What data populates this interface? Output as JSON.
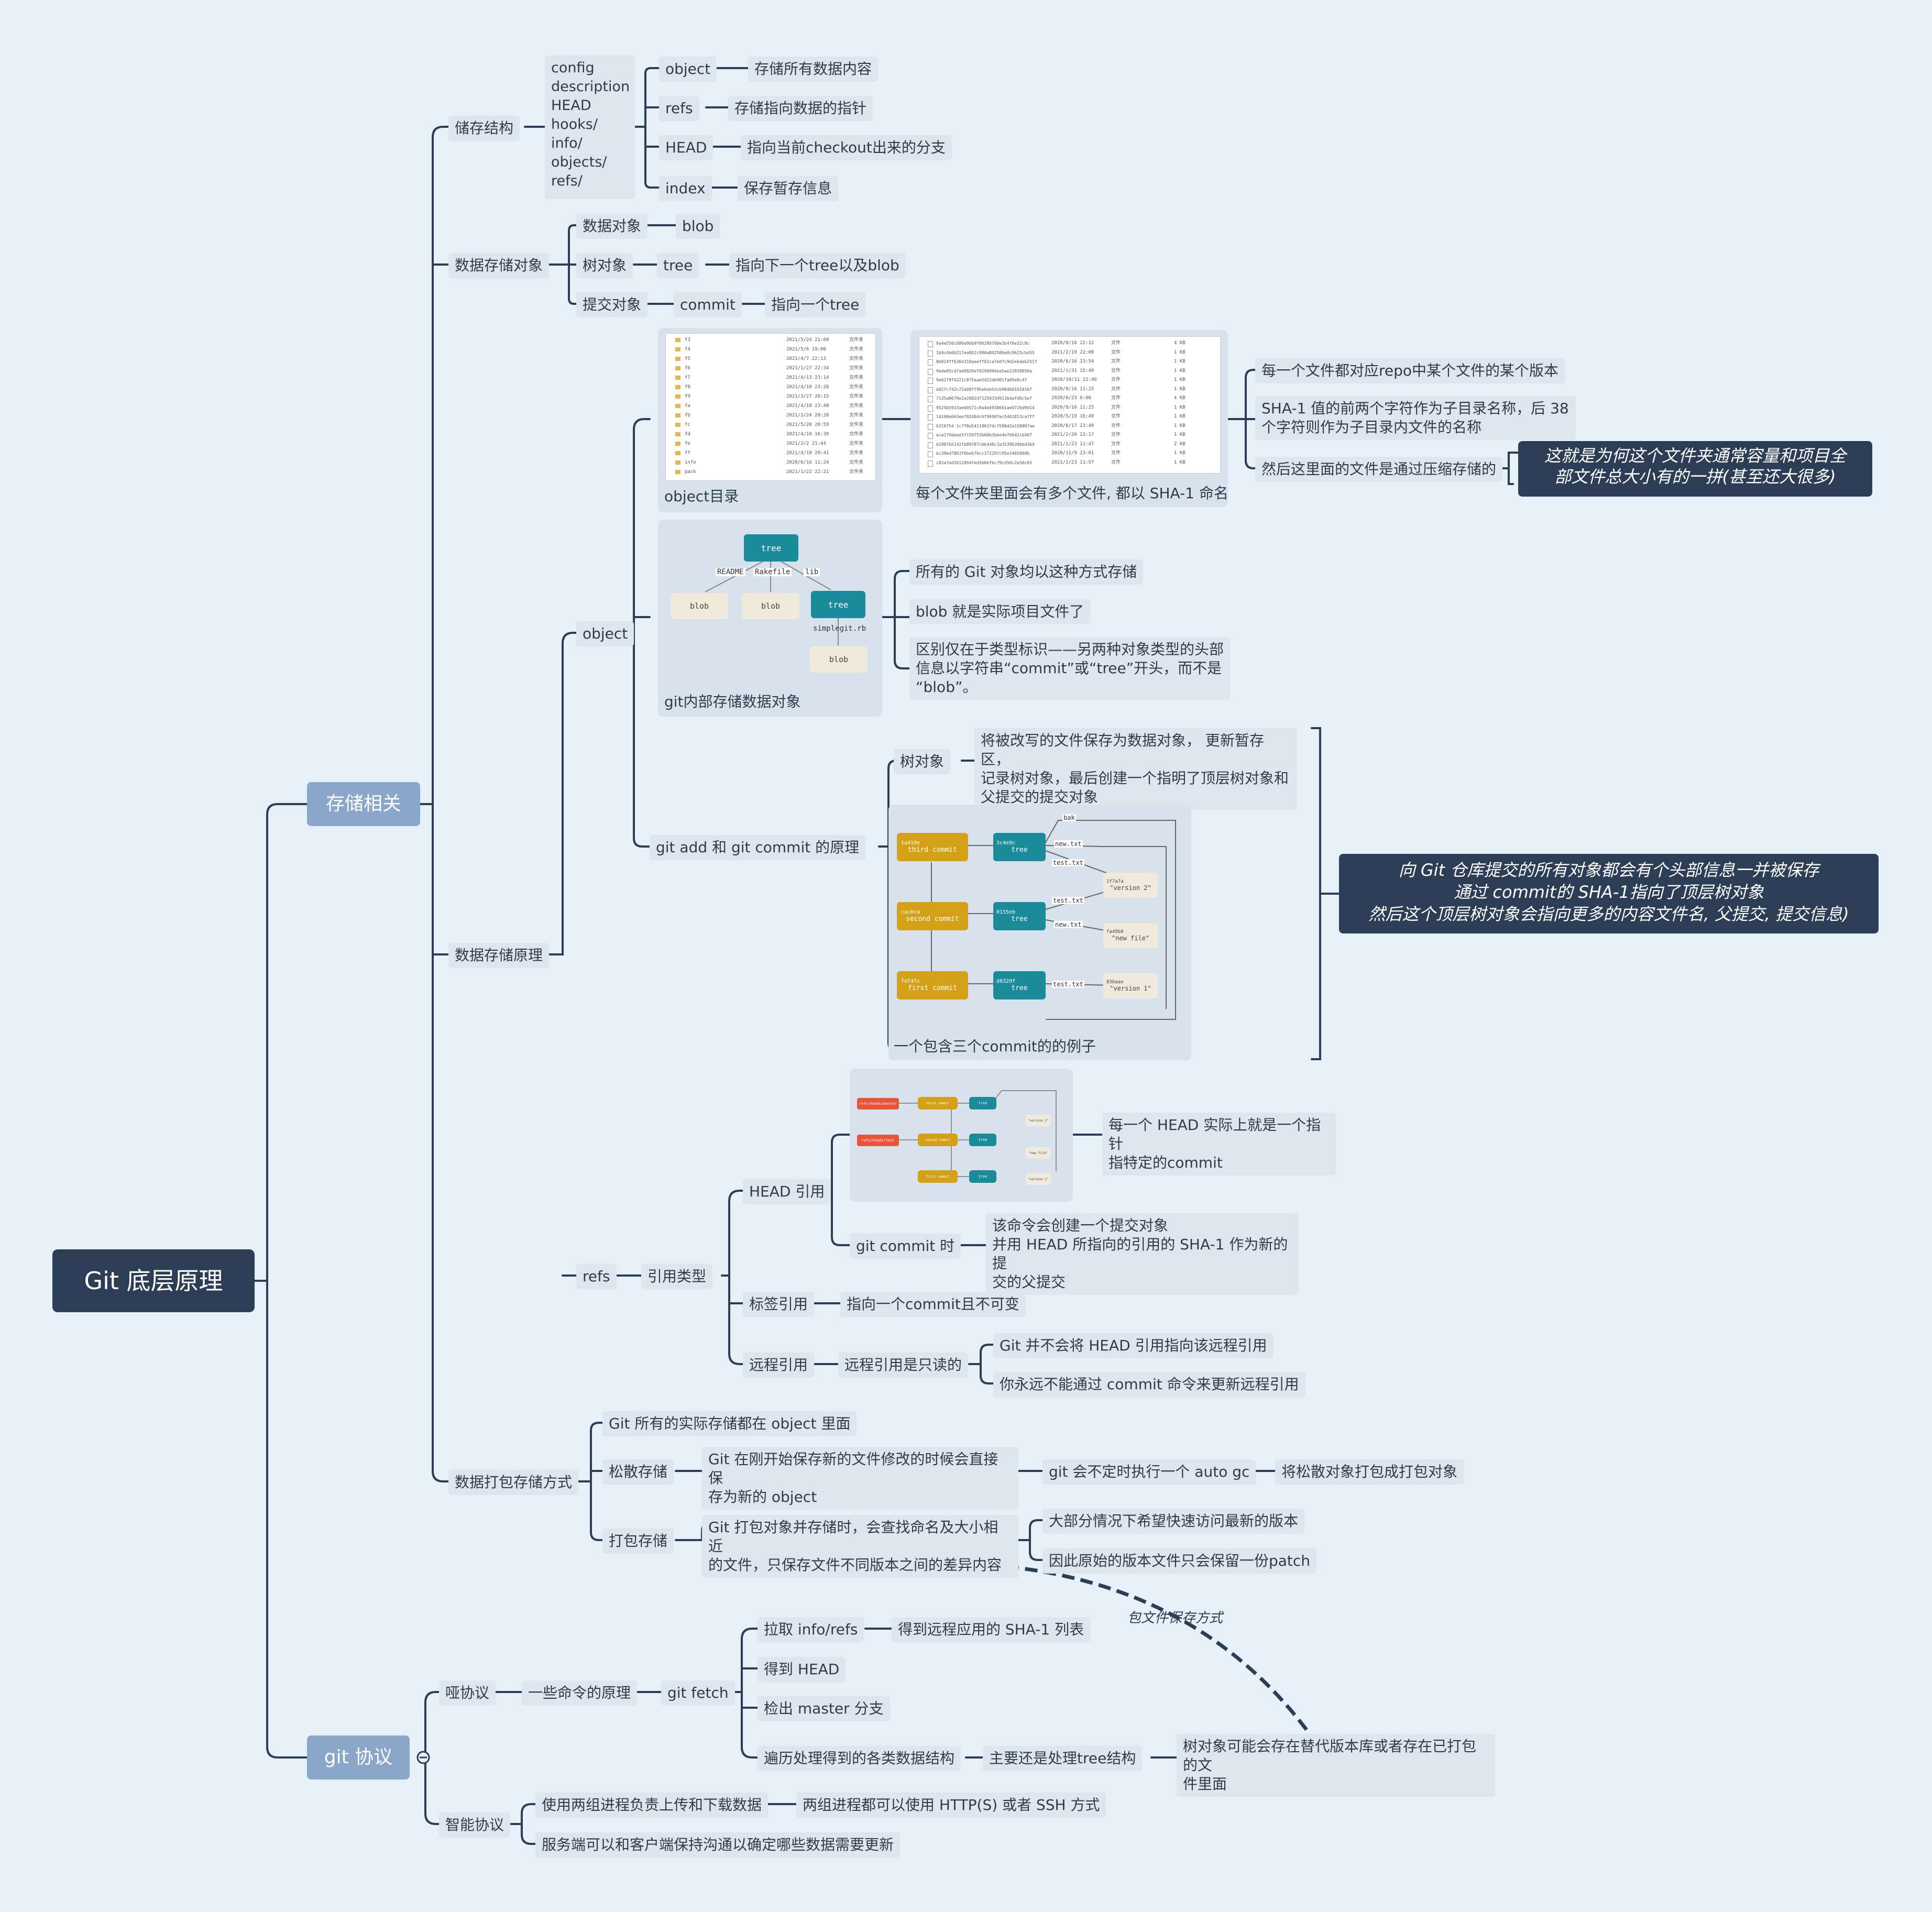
{
  "root": "Git 底层原理",
  "main": {
    "storage": "存储相关",
    "protocol": "git 协议"
  },
  "storage_structure": {
    "label": "储存结构",
    "files": "config\ndescription\nHEAD\nhooks/\ninfo/\nobjects/\nrefs/",
    "items": [
      {
        "key": "object",
        "desc": "存储所有数据内容"
      },
      {
        "key": "refs",
        "desc": "存储指向数据的指针"
      },
      {
        "key": "HEAD",
        "desc": "指向当前checkout出来的分支"
      },
      {
        "key": "index",
        "desc": "保存暂存信息"
      }
    ]
  },
  "data_objects": {
    "label": "数据存储对象",
    "blob_label": "数据对象",
    "blob": "blob",
    "tree_label": "树对象",
    "tree": "tree",
    "tree_desc": "指向下一个tree以及blob",
    "commit_label": "提交对象",
    "commit": "commit",
    "commit_desc": "指向一个tree"
  },
  "principle": {
    "label": "数据存储原理",
    "object": "object",
    "object_dir_caption": "object目录",
    "sha_caption": "每个文件夹里面会有多个文件, 都以 SHA-1 命名",
    "sha_notes": [
      "每一个文件都对应repo中某个文件的某个版本",
      "SHA-1 值的前两个字符作为子目录名称，后 38\n个字符则作为子目录内文件的名称",
      "然后这里面的文件是通过压缩存储的"
    ],
    "sha_summary": "这就是为何这个文件夹通常容量和项目全\n部文件总大小有的一拼(甚至还大很多)",
    "git_obj_caption": "git内部存储数据对象",
    "git_obj_notes": [
      "所有的 Git 对象均以这种方式存储",
      "blob 就是实际项目文件了",
      "区别仅在于类型标识——另两种对象类型的头部\n信息以字符串“commit”或“tree”开头，而不是\n“blob”。"
    ],
    "add_commit": "git add 和 git commit 的原理",
    "tree_obj": "树对象",
    "tree_obj_desc": "将被改写的文件保存为数据对象， 更新暂存区，\n记录树对象，最后创建一个指明了顶层树对象和\n父提交的提交对象",
    "three_commit_caption": "一个包含三个commit的的例子",
    "commit_summary": "向 Git 仓库提交的所有对象都会有个头部信息一并被保存\n通过 commit的 SHA-1指向了顶层树对象\n然后这个顶层树对象会指向更多的内容文件名, 父提交, 提交信息)",
    "refs": "refs",
    "ref_types": "引用类型",
    "head_ref": "HEAD 引用",
    "head_ref_desc": "每一个 HEAD 实际上就是一个指针\n指特定的commit",
    "git_commit_when": "git commit 时",
    "git_commit_desc": "该命令会创建一个提交对象\n并用 HEAD 所指向的引用的 SHA-1 作为新的提\n交的父提交",
    "tag_ref": "标签引用",
    "tag_ref_desc": "指向一个commit且不可变",
    "remote_ref": "远程引用",
    "remote_ref_desc": "远程引用是只读的",
    "remote_notes": [
      "Git 并不会将 HEAD 引用指向该远程引用",
      "你永远不能通过 commit 命令来更新远程引用"
    ]
  },
  "pack": {
    "label": "数据打包存储方式",
    "all_in_object": "Git 所有的实际存储都在 object 里面",
    "loose": "松散存储",
    "loose_desc": "Git 在刚开始保存新的文件修改的时候会直接保\n存为新的 object",
    "auto_gc": "git 会不定时执行一个 auto gc",
    "auto_gc_desc": "将松散对象打包成打包对象",
    "packed": "打包存储",
    "packed_desc": "Git 打包对象并存储时，会查找命名及大小相近\n的文件，只保存文件不同版本之间的差异内容",
    "packed_notes": [
      "大部分情况下希望快速访问最新的版本",
      "因此原始的版本文件只会保留一份patch"
    ]
  },
  "protocol": {
    "dumb": "哑协议",
    "some_cmds": "一些命令的原理",
    "git_fetch": "git fetch",
    "fetch_steps": [
      "拉取 info/refs",
      "得到 HEAD",
      "检出 master 分支",
      "遍历处理得到的各类数据结构"
    ],
    "info_refs_desc": "得到远程应用的 SHA-1 列表",
    "tree_main": "主要还是处理tree结构",
    "tree_alt": "树对象可能会存在替代版本库或者存在已打包的文\n件里面",
    "arrow_label": "包文件保存方式",
    "smart": "智能协议",
    "smart_items": [
      "使用两组进程负责上传和下载数据",
      "服务端可以和客户端保持沟通以确定哪些数据需要更新"
    ],
    "smart_desc": "两组进程都可以使用 HTTP(S) 或者 SSH 方式"
  },
  "figures": {
    "object_dir_rows": [
      [
        "f3",
        "2021/5/24 21:00",
        "文件夹"
      ],
      [
        "f4",
        "2021/5/6 19:00",
        "文件夹"
      ],
      [
        "f5",
        "2021/4/7 22:13",
        "文件夹"
      ],
      [
        "f6",
        "2021/1/27 22:34",
        "文件夹"
      ],
      [
        "f7",
        "2021/4/13 23:14",
        "文件夹"
      ],
      [
        "f8",
        "2021/4/10 23:28",
        "文件夹"
      ],
      [
        "f9",
        "2021/3/27 20:15",
        "文件夹"
      ],
      [
        "fa",
        "2021/4/10 23:40",
        "文件夹"
      ],
      [
        "fb",
        "2021/3/24 20:28",
        "文件夹"
      ],
      [
        "fc",
        "2021/5/20 20:59",
        "文件夹"
      ],
      [
        "fd",
        "2021/4/10 16:39",
        "文件夹"
      ],
      [
        "fe",
        "2021/2/2 21:44",
        "文件夹"
      ],
      [
        "ff",
        "2021/4/10 20:41",
        "文件夹"
      ],
      [
        "info",
        "2020/6/16 11:24",
        "文件夹"
      ],
      [
        "pack",
        "2021/1/22 22:21",
        "文件夹"
      ]
    ],
    "sha_rows": [
      [
        "0a4e550c886a96b9f06286760e3b4f6e32c8c",
        "2020/8/16 22:12",
        "文件",
        "4 KB"
      ],
      [
        "1b9c4b6b317ea952c980a842506e0c0625cbd55",
        "2021/2/19 22:00",
        "文件",
        "1 KB"
      ],
      [
        "8b024ff636d310aeeff82ca7e07c9d2ebdeb251f",
        "2020/6/16 23:54",
        "文件",
        "1 KB"
      ],
      [
        "9ede05cd7ad0826ef0290994ea5ae22939850a",
        "2021/1/31 15:49",
        "文件",
        "1 KB"
      ],
      [
        "9e6279f4221c875aae5d22db901fa05e0c4f",
        "2020/10/11 22:46",
        "文件",
        "1 KB"
      ],
      [
        "b02fc742c72a08ff95e6eb5dcb98db0161016f",
        "2020/8/16 11:25",
        "文件",
        "1 KB"
      ],
      [
        "7135a8679e1e2082d7125933d913bdafd6c5ef",
        "2020/6/23 0:00",
        "文件",
        "4 KB"
      ],
      [
        "9525b5933aeb0571c8a4e6938661ae0726d9d14",
        "2020/8/16 11:25",
        "文件",
        "1 KB"
      ],
      [
        "14200e663ee702404c6f9690fec5401813ca7ff",
        "2020/5/19 16:49",
        "文件",
        "1 KB"
      ],
      [
        "6316754 1c7f8a5411961f4cf598d2e158897ae",
        "2020/6/17 23:49",
        "文件",
        "1 KB"
      ],
      [
        "aca179ebae5f159753b60b3bbe4ef6642cb407",
        "2021/2/20 22:17",
        "文件",
        "1 KB"
      ],
      [
        "b1987b5142fb89787cbb448c1e3539b39bbd3b4",
        "2021/1/23 11:47",
        "文件",
        "2 KB"
      ],
      [
        "bc39ed7863f6beb7bcc371297c95e1405060b",
        "2020/11/9 23:01",
        "文件",
        "1 KB"
      ],
      [
        "c82a7ad1012064fed1b0efbc79cd50c2e50c65",
        "2021/1/23 11:57",
        "文件",
        "1 KB"
      ]
    ],
    "gitobj": {
      "tree": "tree",
      "blob": "blob",
      "readme": "README",
      "rakefile": "Rakefile",
      "lib": "lib",
      "simplegit": "simplegit.rb"
    },
    "three_commit": {
      "commits": [
        [
          "1a410e",
          "third commit"
        ],
        [
          "cac0ca",
          "second commit"
        ],
        [
          "fdf4fc",
          "first commit"
        ]
      ],
      "trees": [
        [
          "3c4e9c",
          "tree"
        ],
        [
          "0155eb",
          "tree"
        ],
        [
          "d8329f",
          "tree"
        ]
      ],
      "labels": [
        "bak",
        "new.txt",
        "test.txt",
        "test.txt",
        "new.txt",
        "test.txt"
      ],
      "blobs": [
        [
          "1f7a7a",
          "\"version 2\""
        ],
        [
          "fa49b0",
          "\"new file\""
        ],
        [
          "83baae",
          "\"version 1\""
        ]
      ]
    },
    "head_refs": [
      "refs/heads/master",
      "refs/heads/test"
    ]
  },
  "colors": {
    "root": "#2c3e55",
    "main": "#8aa7c9",
    "node": "#dde5ee",
    "line": "#2c3e55",
    "bg": "#e6f0f9",
    "tree": "#1b8a9a",
    "commit": "#d4a017",
    "blob": "#efeadc",
    "ref": "#e8533a"
  }
}
